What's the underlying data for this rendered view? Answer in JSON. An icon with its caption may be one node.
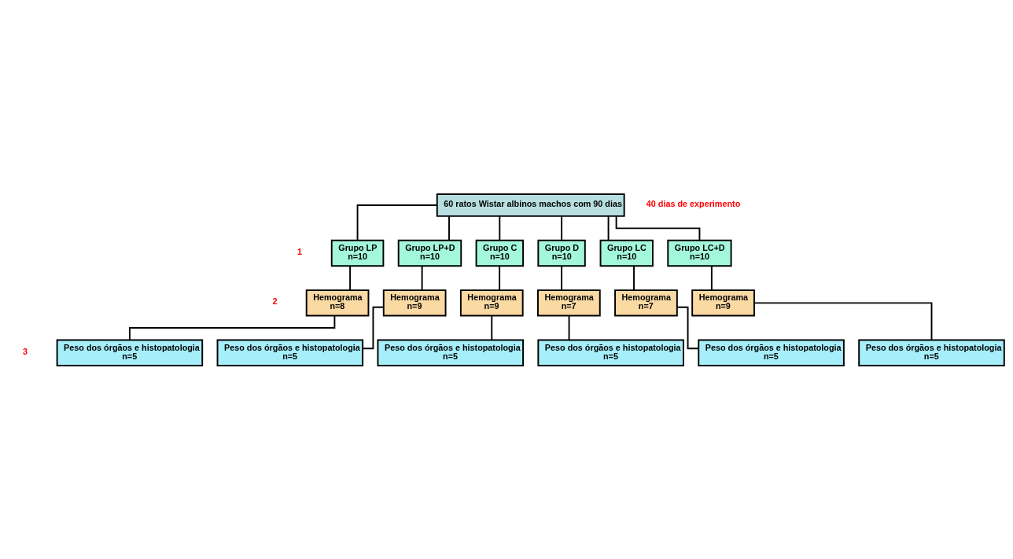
{
  "diagram": {
    "nodes": [
      {
        "text": [
          "60 ratos Wistar albinos machos com 90 dias"
        ]
      },
      {
        "text": [
          "Grupo LP",
          "n=10"
        ]
      },
      {
        "text": [
          "Grupo LP+D",
          "n=10"
        ]
      },
      {
        "text": [
          "Grupo C",
          "n=10"
        ]
      },
      {
        "text": [
          "Grupo D",
          "n=10"
        ]
      },
      {
        "text": [
          "Grupo LC",
          "n=10"
        ]
      },
      {
        "text": [
          "Grupo LC+D",
          "n=10"
        ]
      },
      {
        "text": [
          "Hemograma",
          "n=8"
        ]
      },
      {
        "text": [
          "Hemograma",
          "n=9"
        ]
      },
      {
        "text": [
          "Hemograma",
          "n=9"
        ]
      },
      {
        "text": [
          "Hemograma",
          "n=7"
        ]
      },
      {
        "text": [
          "Hemograma",
          "n=7"
        ]
      },
      {
        "text": [
          "Hemograma",
          "n=9"
        ]
      },
      {
        "text": [
          "Peso dos órgãos e histopatologia",
          "n=5"
        ]
      },
      {
        "text": [
          "Peso dos órgãos e histopatologia",
          "n=5"
        ]
      },
      {
        "text": [
          "Peso dos órgãos e histopatologia",
          "n=5"
        ]
      },
      {
        "text": [
          "Peso dos órgãos e histopatologia",
          "n=5"
        ]
      },
      {
        "text": [
          "Peso dos órgãos e histopatologia",
          "n=5"
        ]
      },
      {
        "text": [
          "Peso dos órgãos e histopatologia",
          "n=5"
        ]
      }
    ],
    "edges": [
      {
        "from": 0,
        "to": 1,
        "arrow": "none"
      },
      {
        "from": 0,
        "to": 2,
        "arrow": "none"
      },
      {
        "from": 0,
        "to": 3,
        "arrow": "none"
      },
      {
        "from": 0,
        "to": 4,
        "arrow": "none"
      },
      {
        "from": 0,
        "to": 5,
        "arrow": "none"
      },
      {
        "from": 0,
        "to": 6,
        "arrow": "none"
      },
      {
        "from": 1,
        "to": 7,
        "arrow": "none"
      },
      {
        "from": 2,
        "to": 8,
        "arrow": "none"
      },
      {
        "from": 3,
        "to": 9,
        "arrow": "none"
      },
      {
        "from": 4,
        "to": 10,
        "arrow": "none"
      },
      {
        "from": 5,
        "to": 11,
        "arrow": "none"
      },
      {
        "from": 6,
        "to": 12,
        "arrow": "none"
      },
      {
        "from": 7,
        "to": 13,
        "arrow": "none"
      },
      {
        "from": 8,
        "to": 14,
        "arrow": "none"
      },
      {
        "from": 9,
        "to": 15,
        "arrow": "none"
      },
      {
        "from": 10,
        "to": 16,
        "arrow": "none"
      },
      {
        "from": 11,
        "to": 17,
        "arrow": "none"
      },
      {
        "from": 12,
        "to": 18,
        "arrow": "none"
      }
    ],
    "labels": [
      "40 dias de experimento",
      "1",
      "2",
      "3"
    ]
  }
}
